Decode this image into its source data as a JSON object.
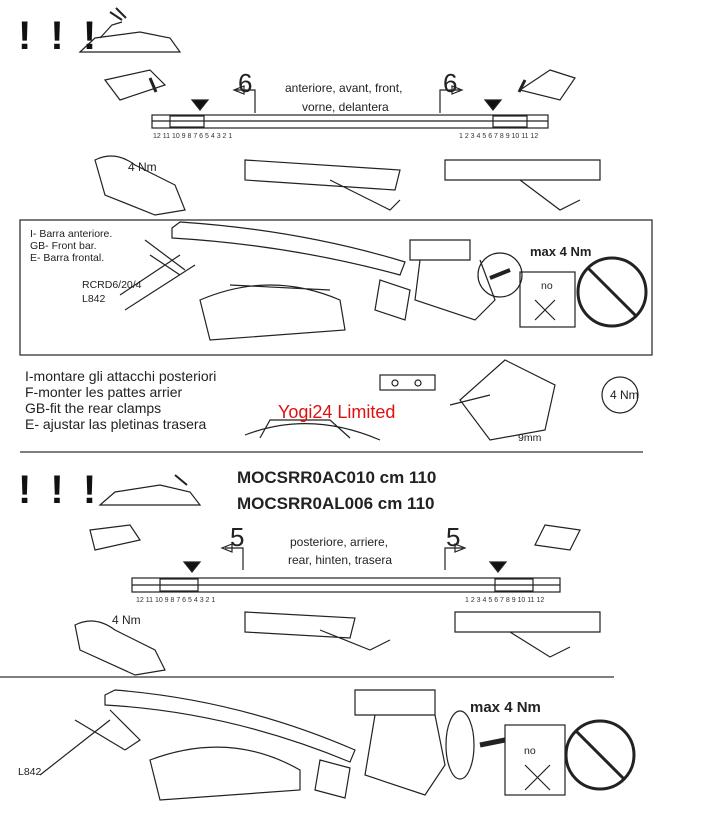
{
  "section_front": {
    "warning": "! ! !",
    "position_number_left": "6",
    "position_number_right": "6",
    "direction_line1": "anteriore, avant, front,",
    "direction_line2": "vorne, delantera",
    "ruler_left_ticks": "12 11 10 9 8 7 6 5 4 3 2 1",
    "ruler_right_ticks": "1 2 3 4 5 6 7 8 9 10 11 12",
    "torque_hand": "4 Nm",
    "bar_labels": [
      "I- Barra anteriore.",
      "GB- Front bar.",
      "E- Barra frontal."
    ],
    "part_code_1": "RCRD6/20/4",
    "part_code_2": "L842",
    "torque_max": "max 4 Nm",
    "no_label": "no"
  },
  "rear_clamps": {
    "lines": [
      "I-montare gli attacchi posteriori",
      "F-monter les pattes arrier",
      "GB-fit the rear clamps",
      "E- ajustar las pletinas trasera"
    ],
    "torque": "4 Nm",
    "dimension": "9mm"
  },
  "watermark": "Yogi24 Limited",
  "section_rear": {
    "warning": "! ! !",
    "model_1": "MOCSRR0AC010 cm 110",
    "model_2": "MOCSRR0AL006 cm 110",
    "position_number_left": "5",
    "position_number_right": "5",
    "direction_line1": "posteriore, arriere,",
    "direction_line2": "rear, hinten, trasera",
    "ruler_left_ticks": "12 11 10 9 8 7 6 5 4 3 2 1",
    "ruler_right_ticks": "1 2 3 4 5 6 7 8 9 10 11 12",
    "torque_hand": "4 Nm",
    "part_code": "L842",
    "torque_max": "max 4 Nm",
    "no_label": "no"
  }
}
